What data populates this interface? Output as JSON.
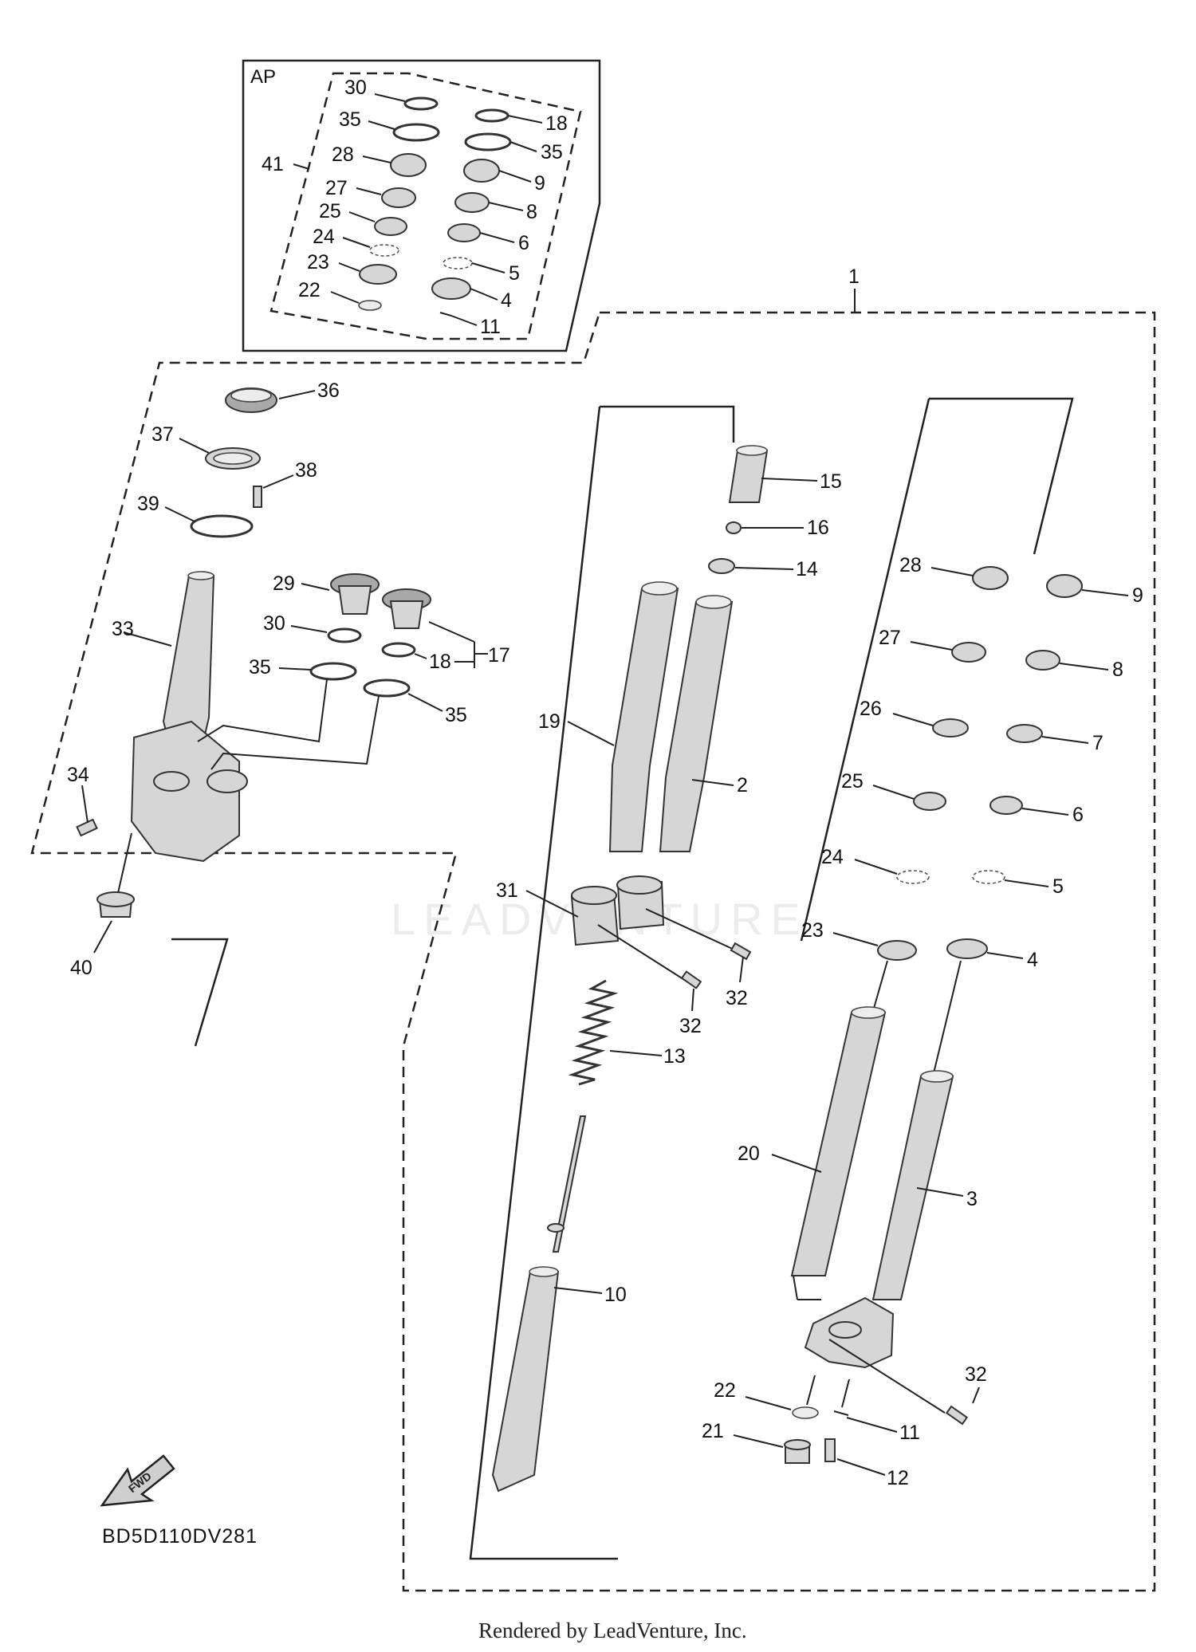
{
  "labels": {
    "ap": "AP",
    "n1": "1",
    "n2": "2",
    "n3": "3",
    "n4": "4",
    "n5": "5",
    "n6": "6",
    "n7": "7",
    "n8": "8",
    "n9": "9",
    "n10": "10",
    "n11": "11",
    "n12": "12",
    "n13": "13",
    "n14": "14",
    "n15": "15",
    "n16": "16",
    "n17": "17",
    "n18": "18",
    "n19": "19",
    "n20": "20",
    "n21": "21",
    "n22": "22",
    "n23": "23",
    "n24": "24",
    "n25": "25",
    "n26": "26",
    "n27": "27",
    "n28": "28",
    "n29": "29",
    "n30": "30",
    "n31": "31",
    "n32": "32",
    "n33": "33",
    "n34": "34",
    "n35": "35",
    "n36": "36",
    "n37": "37",
    "n38": "38",
    "n39": "39",
    "n40": "40",
    "n41": "41"
  },
  "diagram_code": "BD5D110DV281",
  "fwd_label": "FWD",
  "watermark": "LEADVENTURE",
  "credit": "Rendered by LeadVenture, Inc."
}
